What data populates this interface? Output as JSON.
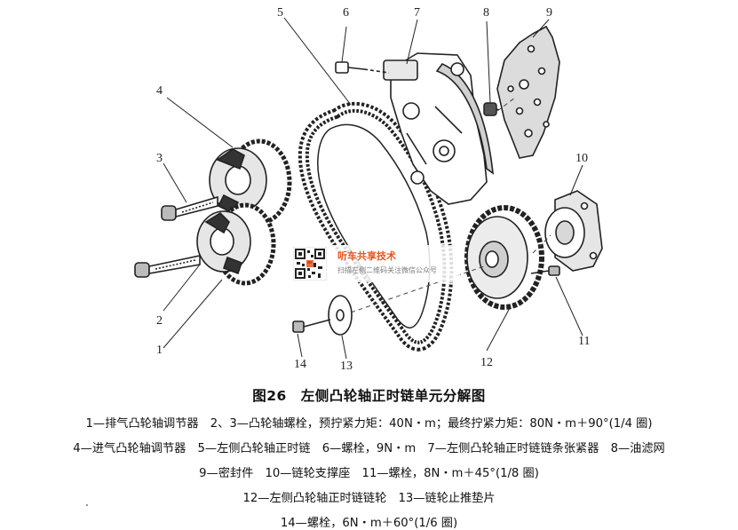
{
  "figure": {
    "callouts": [
      "1",
      "2",
      "3",
      "4",
      "5",
      "6",
      "7",
      "8",
      "9",
      "10",
      "11",
      "12",
      "13",
      "14"
    ],
    "watermark": {
      "title": "听车共享技术",
      "subtitle": "扫描左侧二维码关注微信公众号",
      "icon": "qr-code-icon"
    }
  },
  "caption": {
    "number": "图26",
    "title": "左侧凸轮轴正时链单元分解图"
  },
  "legend": [
    "1—排气凸轮轴调节器　2、3—凸轮轴螺栓，预拧紧力矩：40N・m；最终拧紧力矩：80N・m＋90°(1/4 圈)",
    "4—进气凸轮轴调节器　5—左侧凸轮轴正时链　6—螺栓，9N・m　7—左侧凸轮轴正时链链条张紧器　8—油滤网",
    "9—密封件　10—链轮支撑座　11—螺栓，8N・m＋45°(1/8 圈)",
    "12—左侧凸轮轴正时链链轮　13—链轮止推垫片",
    "14—螺栓，6N・m＋60°(1/6 圈)"
  ],
  "colors": {
    "ink": "#1a1a1a",
    "watermark_accent": "#e8571d"
  }
}
